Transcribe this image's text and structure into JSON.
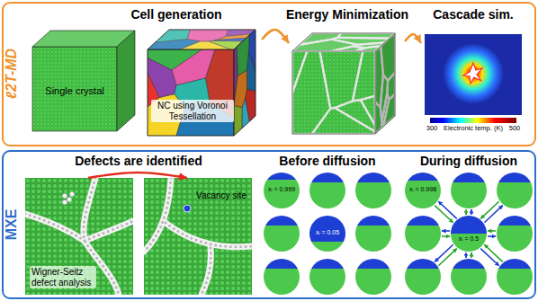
{
  "diagram": {
    "nodes": [
      {
        "text": [
          "ℓ2T-MD"
        ]
      },
      {
        "text": [
          "Single crystal"
        ],
        "in": 0
      },
      {
        "text": [
          "NC using Voronoi Tessellation"
        ],
        "in": 0
      },
      {
        "text": [
          "Energy Minimization"
        ],
        "in": 0
      },
      {
        "text": [
          "Cascade sim.",
          "Electronic temp. (K)"
        ],
        "in": 0
      },
      {
        "text": [
          "MXE"
        ]
      },
      {
        "text": [
          "Wigner-Seitz defect analysis"
        ],
        "in": 5
      },
      {
        "text": [
          "Vacancy site"
        ],
        "in": 5
      },
      {
        "text": [
          "xᵢ = 0.999"
        ],
        "in": 5
      },
      {
        "text": [
          "xᵢ = 0.05"
        ],
        "in": 5
      },
      {
        "text": [
          "xᵢ = 0.998"
        ],
        "in": 5
      },
      {
        "text": [
          "xᵢ = 0.5"
        ],
        "in": 5
      }
    ],
    "edges": [
      {
        "from": 2,
        "to": 3,
        "arrow": "to"
      },
      {
        "from": 3,
        "to": 4,
        "arrow": "to"
      },
      {
        "from": 6,
        "to": 7,
        "arrow": "to"
      }
    ],
    "labels": [
      "Cell generation",
      "300",
      "500",
      "Defects are identified",
      "Before diffusion",
      "During diffusion"
    ]
  }
}
